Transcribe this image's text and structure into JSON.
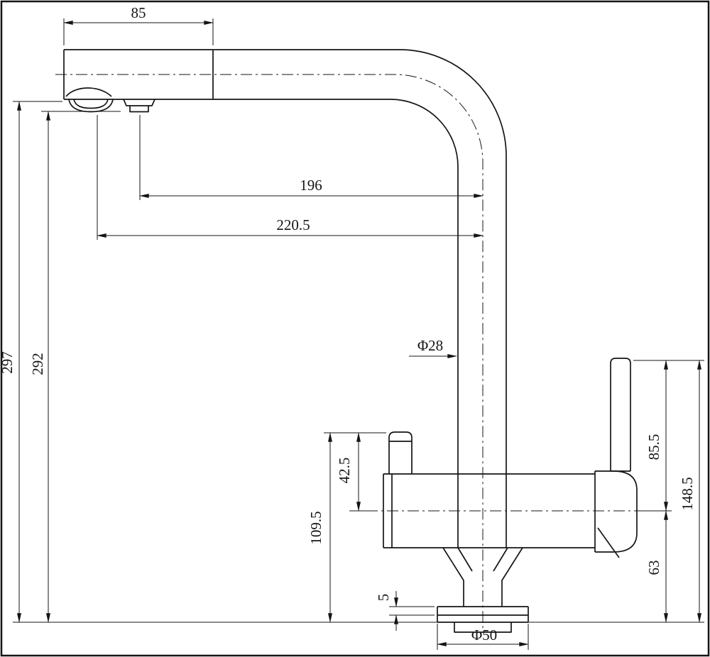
{
  "colors": {
    "line": "#151515",
    "background": "#ffffff"
  },
  "dims": {
    "spout_head_length": "85",
    "reach_filtered_outlet": "196",
    "reach_main_outlet": "220.5",
    "overall_height": "297",
    "outlet_height": "292",
    "spout_tube_diameter": "Φ28",
    "left_handle_above_axis": "42.5",
    "left_handle_height": "109.5",
    "lever_above_axis": "85.5",
    "lever_top_height": "148.5",
    "axis_to_base": "63",
    "base_plate_thickness": "5",
    "base_diameter": "Φ50"
  }
}
